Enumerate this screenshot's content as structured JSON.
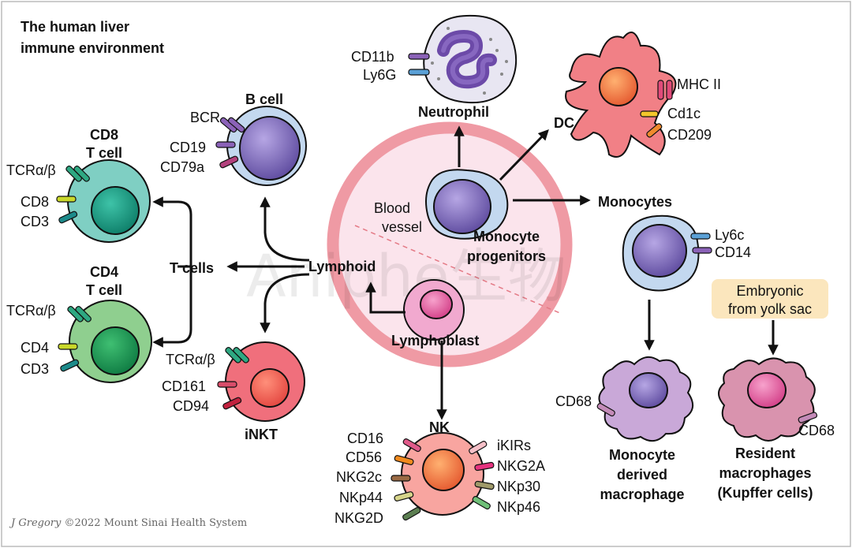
{
  "title": [
    "The human liver",
    "immune environment"
  ],
  "watermark": "Aniphe生物",
  "credit": {
    "author": "J Gregory",
    "rest": " ©2022 Mount Sinai Health System"
  },
  "center": {
    "blood_vessel": [
      "Blood",
      "vessel"
    ],
    "monocyte_progenitors": [
      "Monocyte",
      "progenitors"
    ],
    "lymphoblast": "Lymphoblast",
    "lymphoid": "Lymphoid",
    "t_cells": "T cells"
  },
  "neutrophil": {
    "name": "Neutrophil",
    "markers": [
      "CD11b",
      "Ly6G"
    ]
  },
  "dc": {
    "name": "DC",
    "markers": [
      "MHC II",
      "Cd1c",
      "CD209"
    ]
  },
  "monocytes": {
    "name": "Monocytes",
    "markers": [
      "Ly6c",
      "CD14"
    ]
  },
  "b_cell": {
    "name": "B cell",
    "markers": [
      "BCR",
      "CD19",
      "CD79a"
    ]
  },
  "cd8": {
    "name": [
      "CD8",
      "T cell"
    ],
    "markers": [
      "TCRα/β",
      "CD8",
      "CD3"
    ]
  },
  "cd4": {
    "name": [
      "CD4",
      "T cell"
    ],
    "markers": [
      "TCRα/β",
      "CD4",
      "CD3"
    ]
  },
  "inkt": {
    "name": "iNKT",
    "markers": [
      "TCRα/β",
      "CD161",
      "CD94"
    ]
  },
  "nk": {
    "name": "NK",
    "markers_left": [
      "CD16",
      "CD56",
      "NKG2c",
      "NKp44",
      "NKG2D"
    ],
    "markers_right": [
      "iKIRs",
      "NKG2A",
      "NKp30",
      "NKp46"
    ]
  },
  "monocyte_macrophage": {
    "marker": "CD68",
    "name": [
      "Monocyte",
      "derived",
      "macrophage"
    ]
  },
  "resident": {
    "box": [
      "Embryonic",
      "from yolk sac"
    ],
    "marker": "CD68",
    "name": [
      "Resident",
      "macrophages",
      "(Kupffer cells)"
    ]
  },
  "colors": {
    "vessel_ring": "#ef9aa4",
    "vessel_fill": "#fbe4ec",
    "b_cell": "#c3d8ef",
    "cd8": "#7fcfc3",
    "cd4": "#8fcf8f",
    "inkt": "#f06f7c",
    "nk": "#f8a5a0",
    "dc": "#f18086",
    "neutrophil": "#e8e6f2",
    "macrophage": "#c9a8d8",
    "kupffer": "#d993ae",
    "box": "#fbe6bd"
  }
}
